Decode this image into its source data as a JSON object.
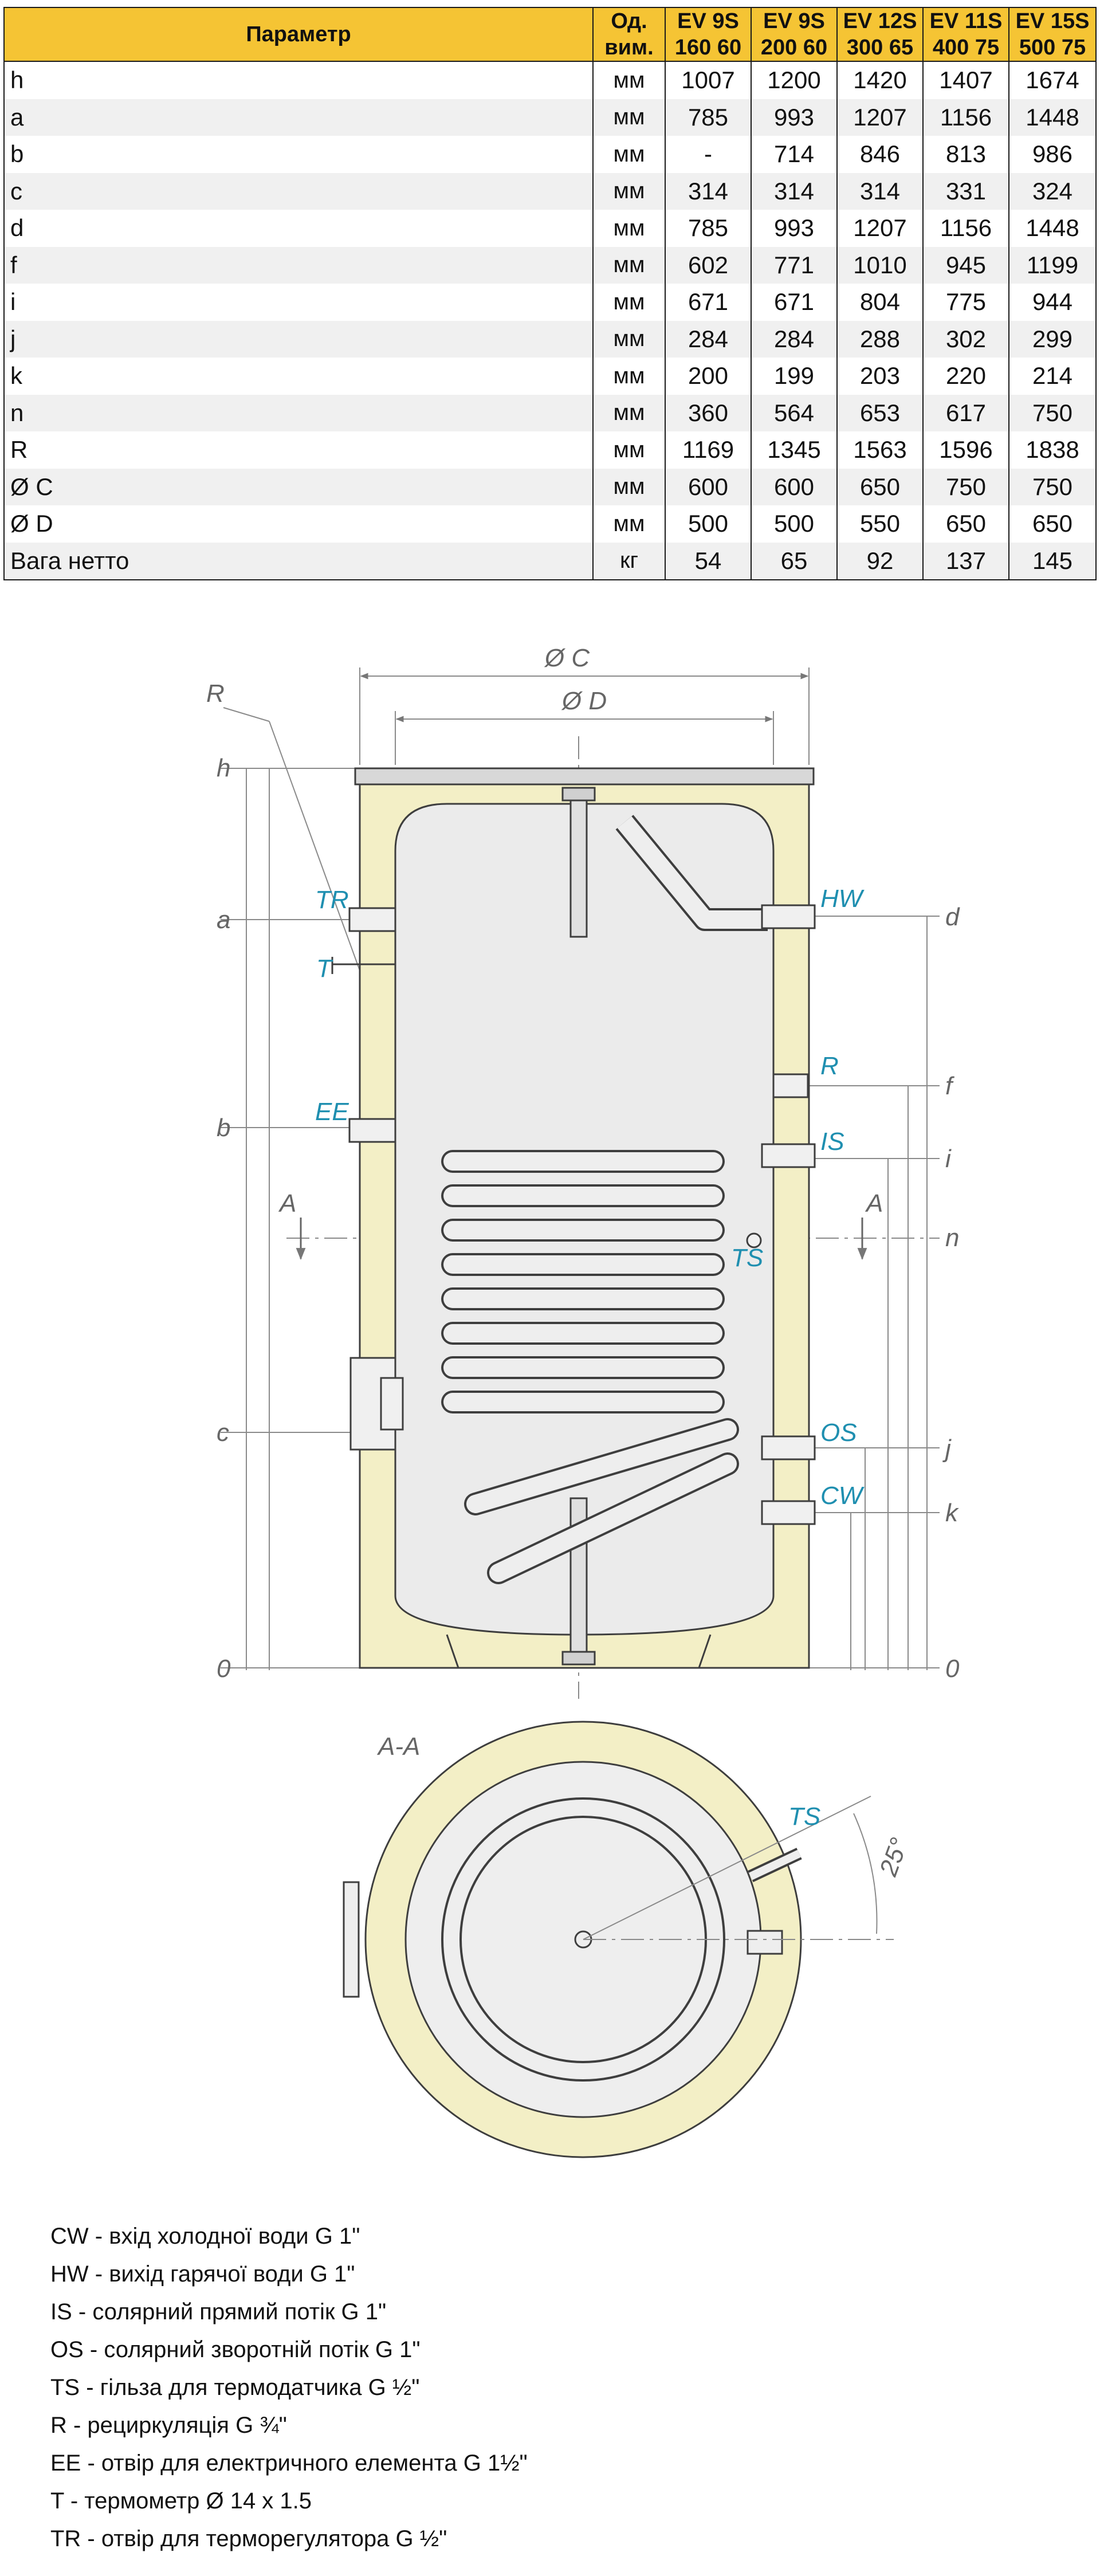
{
  "table": {
    "header_parameter": "Параметр",
    "header_unit_1": "Од.",
    "header_unit_2": "вим.",
    "models": [
      {
        "line1": "EV 9S",
        "line2": "160 60"
      },
      {
        "line1": "EV 9S",
        "line2": "200 60"
      },
      {
        "line1": "EV 12S",
        "line2": "300 65"
      },
      {
        "line1": "EV 11S",
        "line2": "400 75"
      },
      {
        "line1": "EV 15S",
        "line2": "500 75"
      }
    ],
    "rows": [
      {
        "param": "h",
        "unit": "мм",
        "values": [
          "1007",
          "1200",
          "1420",
          "1407",
          "1674"
        ]
      },
      {
        "param": "a",
        "unit": "мм",
        "values": [
          "785",
          "993",
          "1207",
          "1156",
          "1448"
        ]
      },
      {
        "param": "b",
        "unit": "мм",
        "values": [
          "-",
          "714",
          "846",
          "813",
          "986"
        ]
      },
      {
        "param": "c",
        "unit": "мм",
        "values": [
          "314",
          "314",
          "314",
          "331",
          "324"
        ]
      },
      {
        "param": "d",
        "unit": "мм",
        "values": [
          "785",
          "993",
          "1207",
          "1156",
          "1448"
        ]
      },
      {
        "param": "f",
        "unit": "мм",
        "values": [
          "602",
          "771",
          "1010",
          "945",
          "1199"
        ]
      },
      {
        "param": "i",
        "unit": "мм",
        "values": [
          "671",
          "671",
          "804",
          "775",
          "944"
        ]
      },
      {
        "param": "j",
        "unit": "мм",
        "values": [
          "284",
          "284",
          "288",
          "302",
          "299"
        ]
      },
      {
        "param": "k",
        "unit": "мм",
        "values": [
          "200",
          "199",
          "203",
          "220",
          "214"
        ]
      },
      {
        "param": "n",
        "unit": "мм",
        "values": [
          "360",
          "564",
          "653",
          "617",
          "750"
        ]
      },
      {
        "param": "R",
        "unit": "мм",
        "values": [
          "1169",
          "1345",
          "1563",
          "1596",
          "1838"
        ]
      },
      {
        "param": "Ø C",
        "unit": "мм",
        "values": [
          "600",
          "600",
          "650",
          "750",
          "750"
        ]
      },
      {
        "param": "Ø D",
        "unit": "мм",
        "values": [
          "500",
          "500",
          "550",
          "650",
          "650"
        ]
      },
      {
        "param": "Вага нетто",
        "unit": "кг",
        "values": [
          "54",
          "65",
          "92",
          "137",
          "145"
        ]
      }
    ]
  },
  "diagram": {
    "dim_c": "Ø C",
    "dim_d": "Ø D",
    "label_r_top": "R",
    "left_labels": {
      "h": "h",
      "a": "a",
      "b": "b",
      "c": "c",
      "zero": "0"
    },
    "right_labels": {
      "d": "d",
      "f": "f",
      "i": "i",
      "n": "n",
      "j": "j",
      "k": "k",
      "zero": "0"
    },
    "ports": {
      "TR": "TR",
      "T": "T",
      "EE": "EE",
      "HW": "HW",
      "R": "R",
      "IS": "IS",
      "TS": "TS",
      "OS": "OS",
      "CW": "CW"
    },
    "section_mark": "A",
    "section_title": "A-A",
    "section_ts": "TS",
    "angle": "25°",
    "colors": {
      "insulation": "#f3efc6",
      "accent": "#1f8fb0",
      "line": "#4a4a4a",
      "header": "#f5c434"
    }
  },
  "legend": [
    "CW - вхід холодної води G 1\"",
    "HW - вихід гарячої води G 1\"",
    "IS - солярний прямий потік G 1\"",
    "OS - солярний зворотній потік G 1\"",
    "TS - гільза для термодатчика G ½\"",
    "R - рециркуляція G ¾\"",
    "EE - отвір для електричного елемента G 1½\"",
    "T - термометр Ø 14 x 1.5",
    "TR - отвір для терморегулятора G ½\""
  ]
}
